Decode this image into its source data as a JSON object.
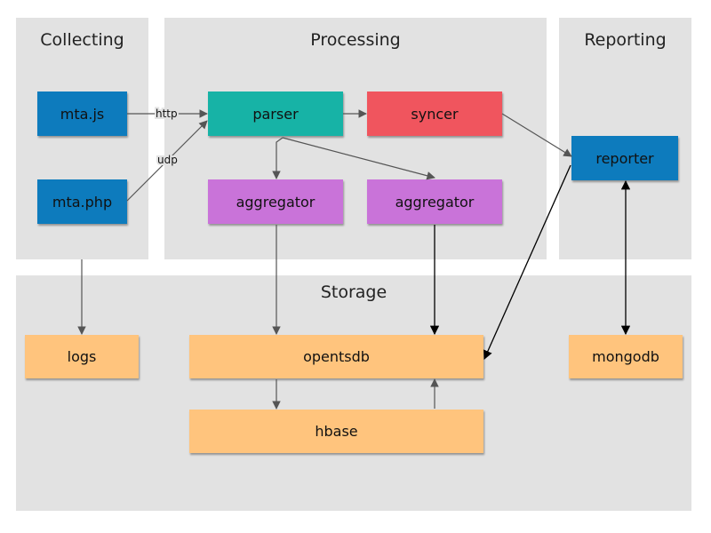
{
  "groups": {
    "collecting": "Collecting",
    "processing": "Processing",
    "reporting": "Reporting",
    "storage": "Storage"
  },
  "nodes": {
    "mta_js": "mta.js",
    "mta_php": "mta.php",
    "parser": "parser",
    "syncer": "syncer",
    "aggregator_1": "aggregator",
    "aggregator_2": "aggregator",
    "reporter": "reporter",
    "logs": "logs",
    "opentsdb": "opentsdb",
    "hbase": "hbase",
    "mongodb": "mongodb"
  },
  "edge_labels": {
    "http": "http",
    "udp": "udp"
  },
  "colors": {
    "group_bg": "#e2e2e2",
    "blue": "#0d7bbd",
    "teal": "#17b3a6",
    "red": "#f0555e",
    "purple": "#c973d9",
    "orange": "#ffc47d"
  }
}
